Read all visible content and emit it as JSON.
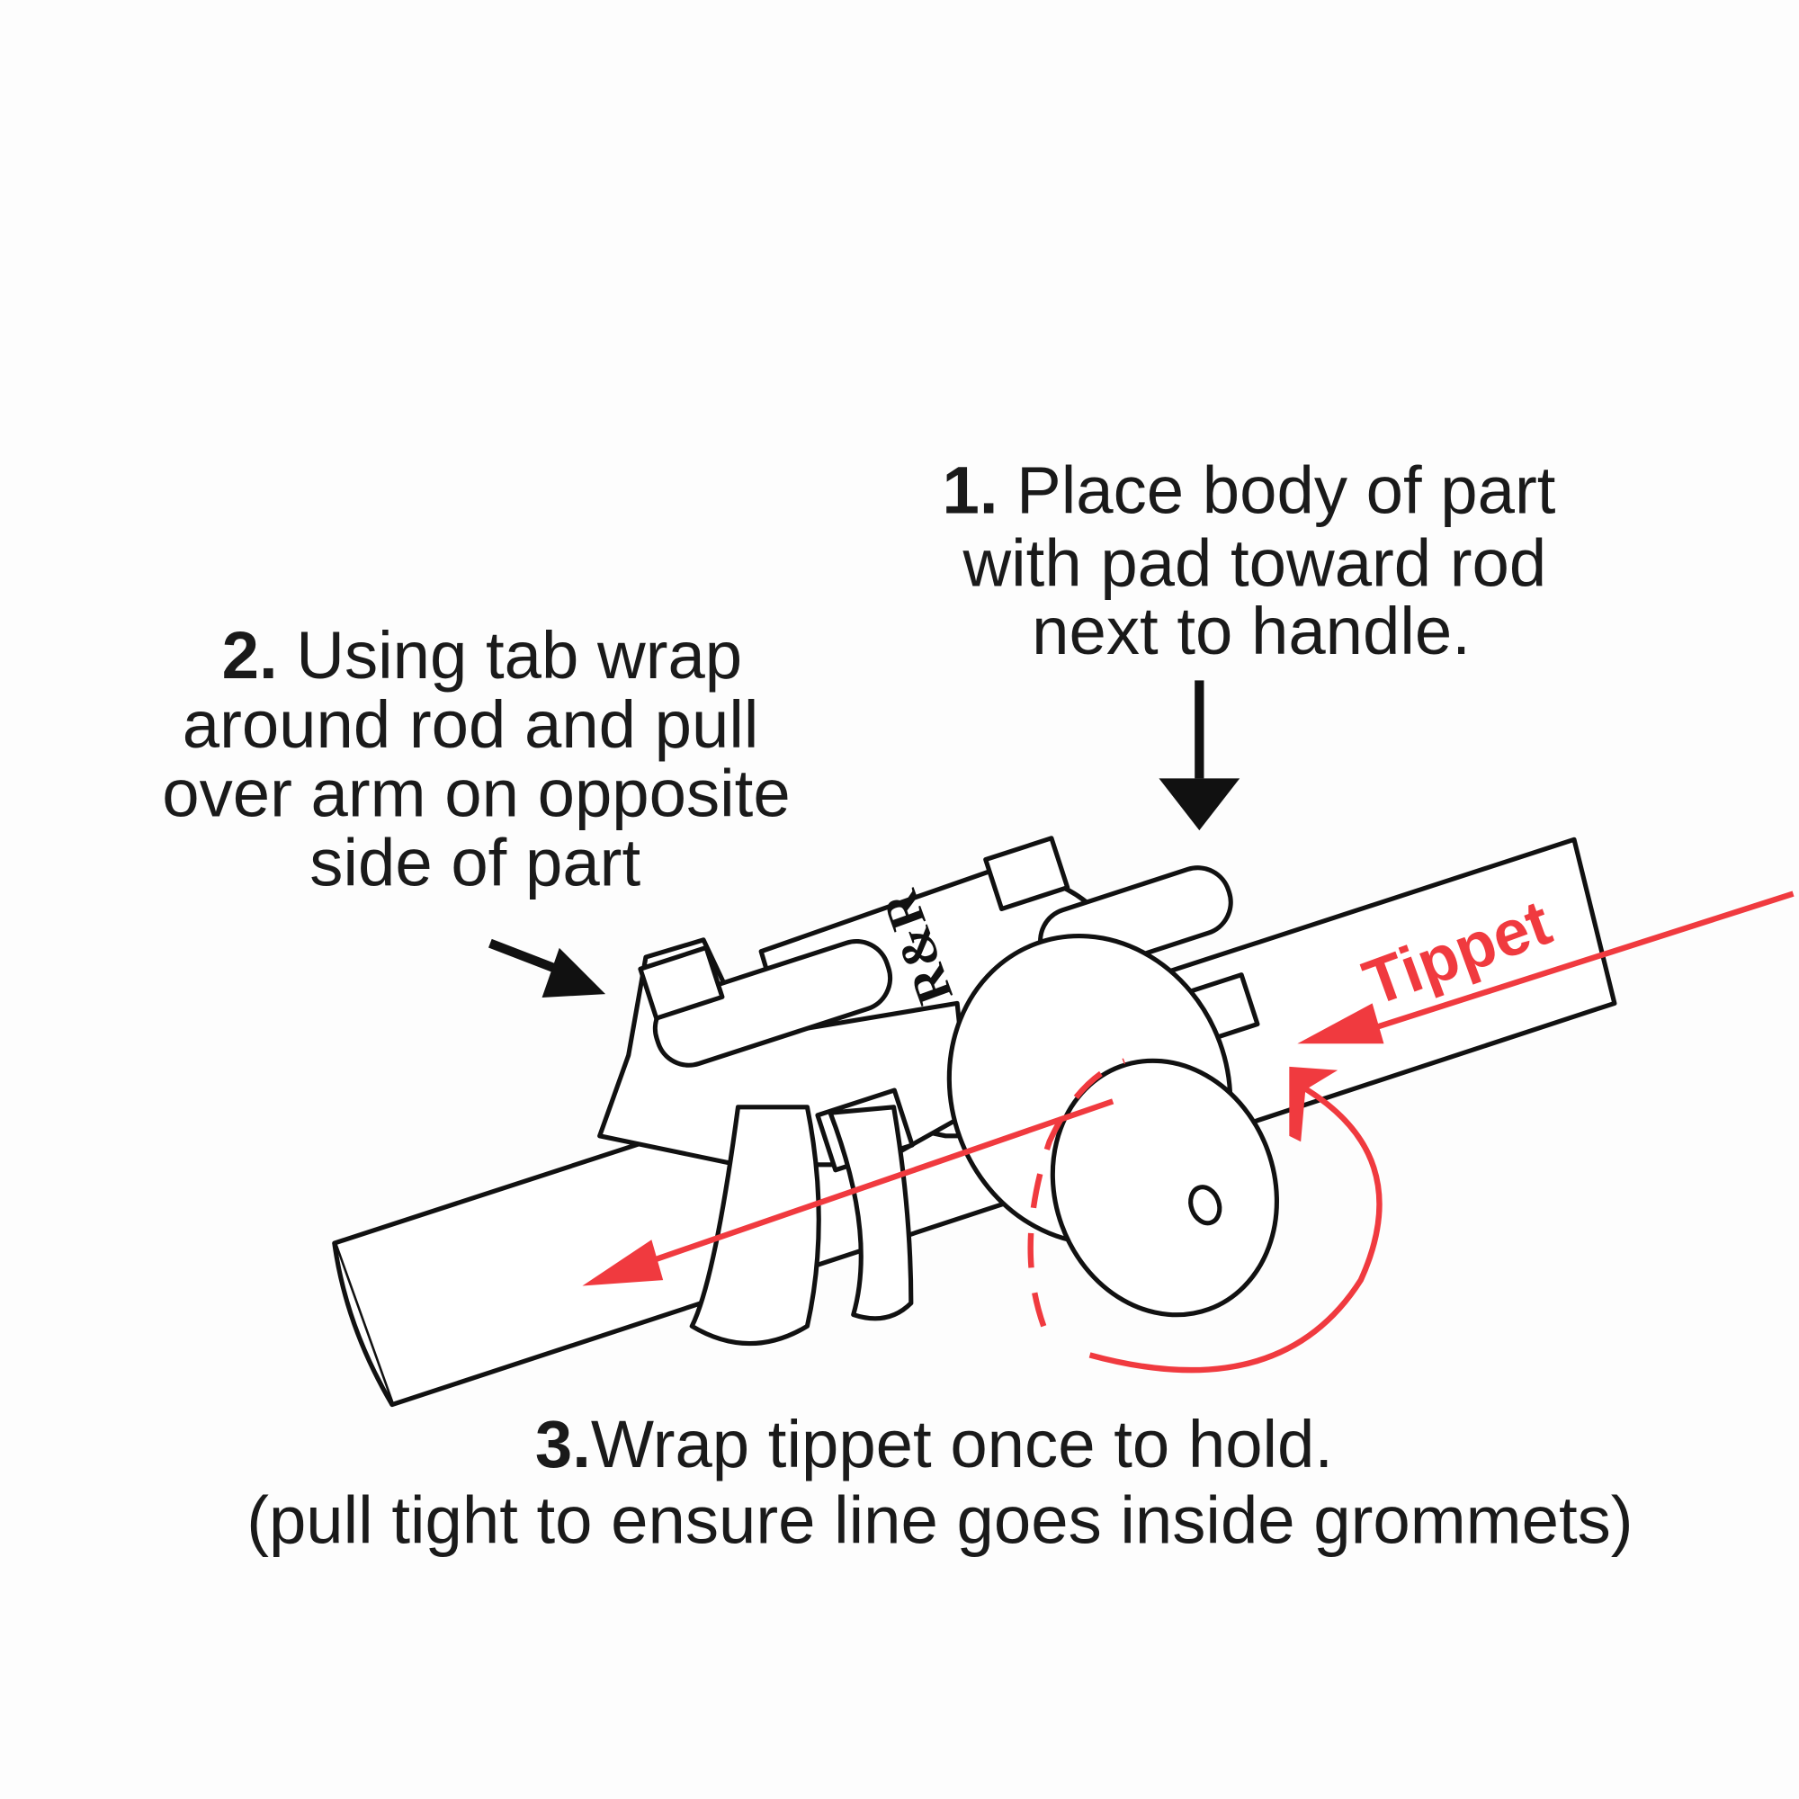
{
  "step1": {
    "number": "1.",
    "lines": [
      "Place body of part",
      "with pad toward rod",
      "next to handle."
    ]
  },
  "step2": {
    "number": "2.",
    "lines": [
      "Using tab wrap",
      "around rod and pull",
      "over arm on opposite",
      "side of part"
    ]
  },
  "step3": {
    "number": "3.",
    "lines": [
      "Wrap tippet once to hold.",
      "(pull tight to ensure line goes inside grommets)"
    ]
  },
  "tippet_label": "Tippet",
  "logo_text": "R&R",
  "colors": {
    "accent": "#f03a3f",
    "ink": "#1a1a1a"
  }
}
